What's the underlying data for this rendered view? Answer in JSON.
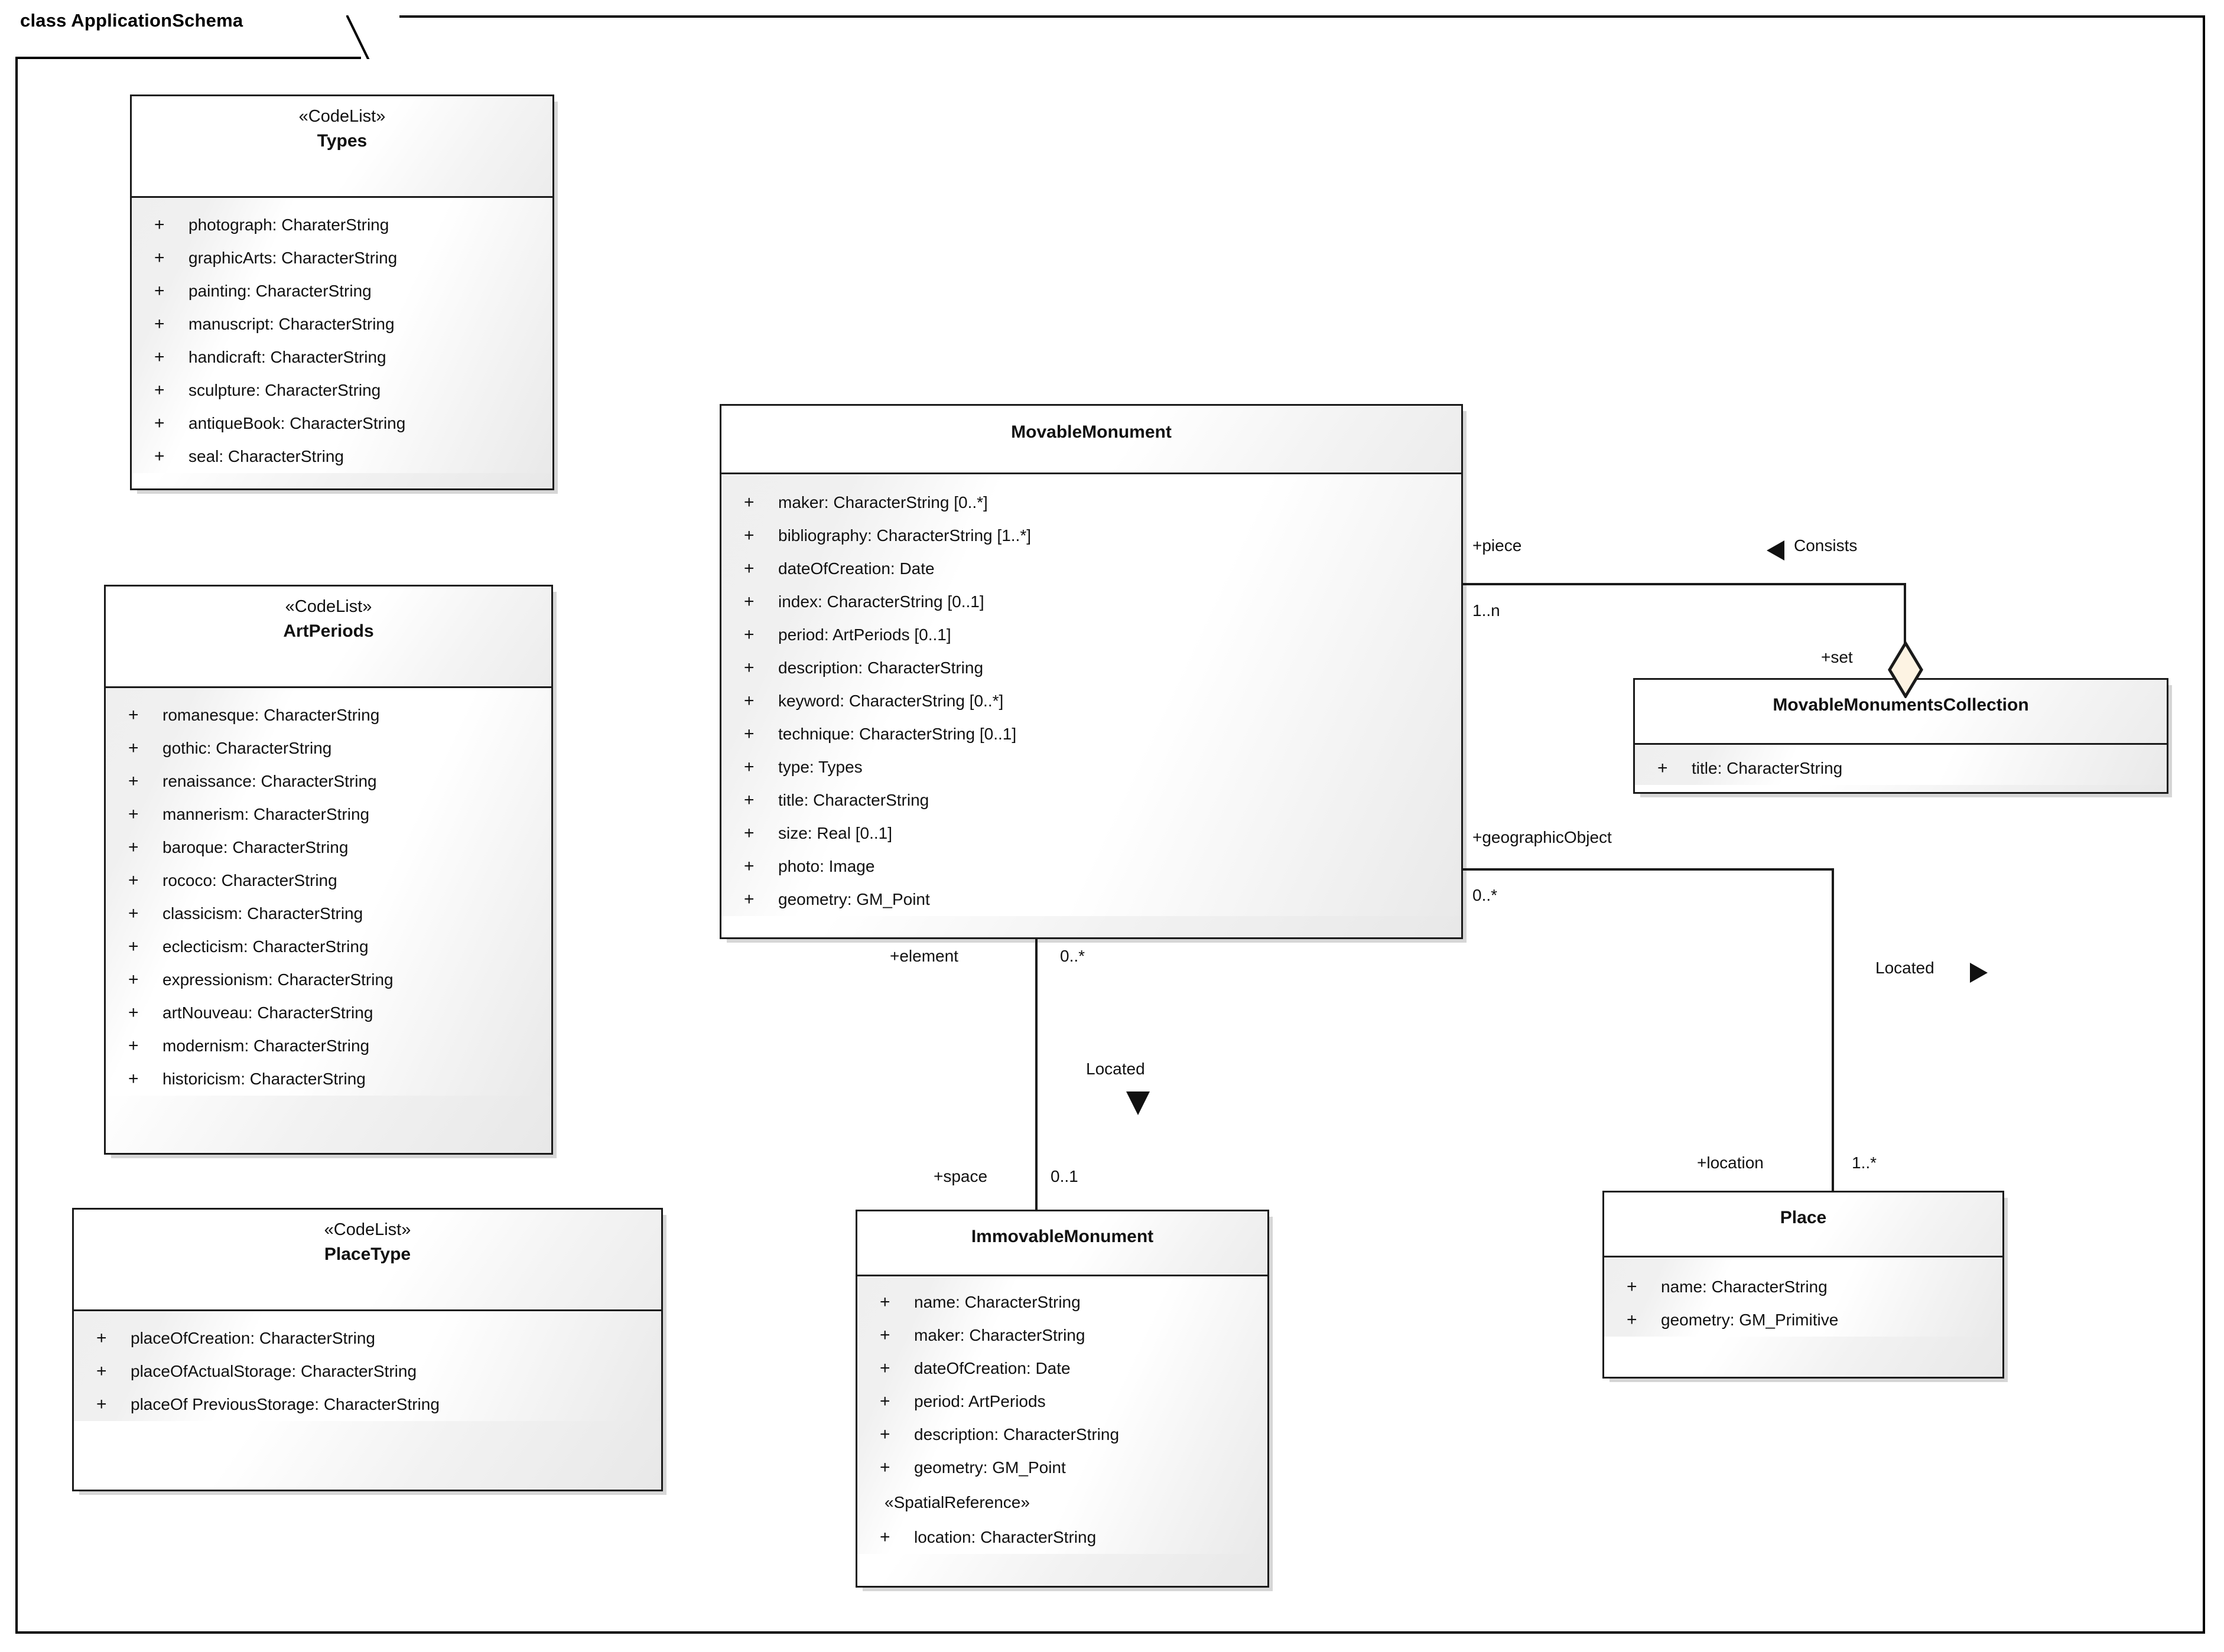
{
  "diagram": {
    "frame_label": "class ApplicationSchema",
    "kind": "uml-class-diagram"
  },
  "classes": [
    {
      "id": "types",
      "stereotype": "«CodeList»",
      "name": "Types",
      "attributes": [
        {
          "visibility": "+",
          "text": "photograph: CharaterString"
        },
        {
          "visibility": "+",
          "text": "graphicArts: CharacterString"
        },
        {
          "visibility": "+",
          "text": "painting: CharacterString"
        },
        {
          "visibility": "+",
          "text": "manuscript: CharacterString"
        },
        {
          "visibility": "+",
          "text": "handicraft: CharacterString"
        },
        {
          "visibility": "+",
          "text": "sculpture: CharacterString"
        },
        {
          "visibility": "+",
          "text": "antiqueBook: CharacterString"
        },
        {
          "visibility": "+",
          "text": "seal: CharacterString"
        }
      ]
    },
    {
      "id": "artperiods",
      "stereotype": "«CodeList»",
      "name": "ArtPeriods",
      "attributes": [
        {
          "visibility": "+",
          "text": "romanesque: CharacterString"
        },
        {
          "visibility": "+",
          "text": "gothic: CharacterString"
        },
        {
          "visibility": "+",
          "text": "renaissance: CharacterString"
        },
        {
          "visibility": "+",
          "text": "mannerism: CharacterString"
        },
        {
          "visibility": "+",
          "text": "baroque: CharacterString"
        },
        {
          "visibility": "+",
          "text": "rococo: CharacterString"
        },
        {
          "visibility": "+",
          "text": "classicism: CharacterString"
        },
        {
          "visibility": "+",
          "text": "eclecticism: CharacterString"
        },
        {
          "visibility": "+",
          "text": "expressionism: CharacterString"
        },
        {
          "visibility": "+",
          "text": "artNouveau: CharacterString"
        },
        {
          "visibility": "+",
          "text": "modernism: CharacterString"
        },
        {
          "visibility": "+",
          "text": "historicism: CharacterString"
        }
      ]
    },
    {
      "id": "placetype",
      "stereotype": "«CodeList»",
      "name": "PlaceType",
      "attributes": [
        {
          "visibility": "+",
          "text": "placeOfCreation: CharacterString"
        },
        {
          "visibility": "+",
          "text": "placeOfActualStorage: CharacterString"
        },
        {
          "visibility": "+",
          "text": "placeOf PreviousStorage: CharacterString"
        }
      ]
    },
    {
      "id": "movablemonument",
      "stereotype": "",
      "name": "MovableMonument",
      "attributes": [
        {
          "visibility": "+",
          "text": "maker: CharacterString [0..*]"
        },
        {
          "visibility": "+",
          "text": "bibliography: CharacterString [1..*]"
        },
        {
          "visibility": "+",
          "text": "dateOfCreation: Date"
        },
        {
          "visibility": "+",
          "text": "index: CharacterString [0..1]"
        },
        {
          "visibility": "+",
          "text": "period: ArtPeriods [0..1]"
        },
        {
          "visibility": "+",
          "text": "description: CharacterString"
        },
        {
          "visibility": "+",
          "text": "keyword: CharacterString [0..*]"
        },
        {
          "visibility": "+",
          "text": "technique: CharacterString [0..1]"
        },
        {
          "visibility": "+",
          "text": "type: Types"
        },
        {
          "visibility": "+",
          "text": "title: CharacterString"
        },
        {
          "visibility": "+",
          "text": "size: Real [0..1]"
        },
        {
          "visibility": "+",
          "text": "photo: Image"
        },
        {
          "visibility": "+",
          "text": "geometry: GM_Point"
        }
      ]
    },
    {
      "id": "movablemonumentscollection",
      "stereotype": "",
      "name": "MovableMonumentsCollection",
      "attributes": [
        {
          "visibility": "+",
          "text": "title: CharacterString"
        }
      ]
    },
    {
      "id": "immovablemonument",
      "stereotype": "",
      "name": "ImmovableMonument",
      "attributes": [
        {
          "visibility": "+",
          "text": "name: CharacterString"
        },
        {
          "visibility": "+",
          "text": "maker: CharacterString"
        },
        {
          "visibility": "+",
          "text": "dateOfCreation: Date"
        },
        {
          "visibility": "+",
          "text": "period: ArtPeriods"
        },
        {
          "visibility": "+",
          "text": "description: CharacterString"
        },
        {
          "visibility": "+",
          "text": "geometry: GM_Point"
        },
        {
          "visibility": "",
          "text": "«SpatialReference»",
          "is_stereotype_row": true
        },
        {
          "visibility": "+",
          "text": "location: CharacterString"
        }
      ]
    },
    {
      "id": "place",
      "stereotype": "",
      "name": "Place",
      "attributes": [
        {
          "visibility": "+",
          "text": "name: CharacterString"
        },
        {
          "visibility": "+",
          "text": "geometry: GM_Primitive"
        }
      ]
    }
  ],
  "associations": [
    {
      "id": "consists",
      "name": "Consists",
      "direction": "left",
      "source_role": "+piece",
      "source_mult": "1..n",
      "target_role": "+set",
      "target_mult": "",
      "aggregation": "shared"
    },
    {
      "id": "located-immovable",
      "name": "Located",
      "direction": "down",
      "source_role": "+element",
      "source_mult": "0..*",
      "target_role": "+space",
      "target_mult": "0..1",
      "aggregation": "none"
    },
    {
      "id": "located-place",
      "name": "Located",
      "direction": "right",
      "source_role": "+geographicObject",
      "source_mult": "0..*",
      "target_role": "+location",
      "target_mult": "1..*",
      "aggregation": "none"
    }
  ],
  "colors": {
    "line": "#1a1a1a",
    "text": "#111111",
    "diamond_fill": "#fdf3e3",
    "background": "#ffffff"
  }
}
